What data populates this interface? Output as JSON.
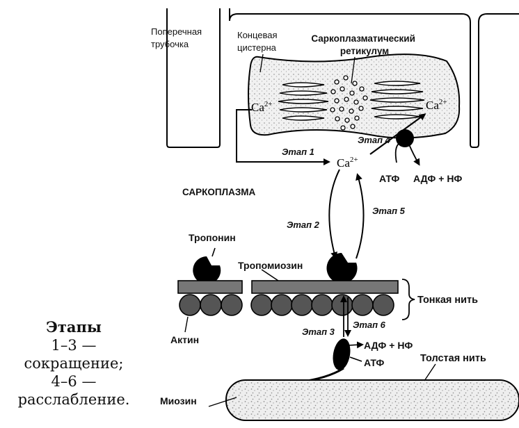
{
  "labels": {
    "t_tubule": [
      "Поперечная",
      "трубочка"
    ],
    "terminal_cistern": [
      "Концевая",
      "цистерна"
    ],
    "sr": [
      "Саркоплазматический",
      "ретикулум"
    ],
    "sarcoplasm": "САРКОПЛАЗМА",
    "troponin": "Тропонин",
    "tropomyosin": "Тропомиозин",
    "thin_filament": "Тонкая нить",
    "actin": "Актин",
    "thick_filament": "Толстая нить",
    "myosin": "Миозин",
    "atp": "АТФ",
    "adp_pi": "АДФ + НФ"
  },
  "ions": {
    "ca_base": "Ca",
    "ca_charge": "2+"
  },
  "stages": {
    "s1": "Этап 1",
    "s2": "Этап 2",
    "s3": "Этап 3",
    "s4": "Этап 4",
    "s5": "Этап 5",
    "s6": "Этап 6"
  },
  "legend": {
    "title": "Этапы",
    "lines": [
      "1–3 —",
      "сокращение;",
      "4–6 —",
      "расслабление."
    ]
  }
}
